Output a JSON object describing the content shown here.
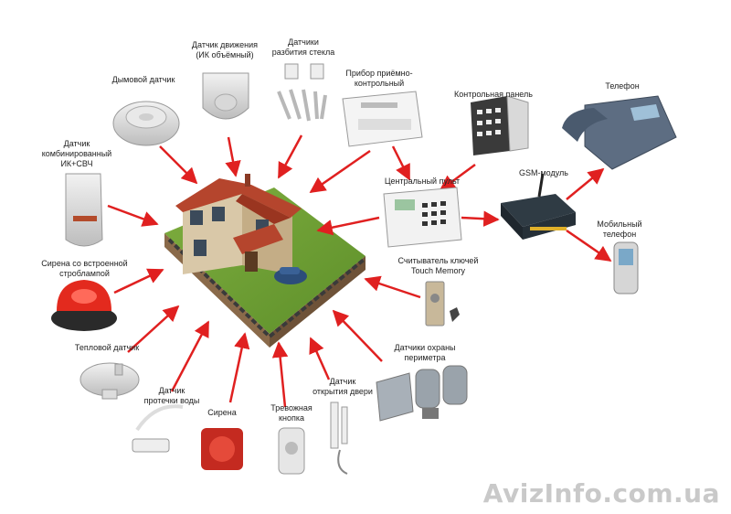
{
  "labels": {
    "motion": "Датчик движения\n(ИК объёмный)",
    "glass": "Датчики\nразбития стекла",
    "smoke": "Дымовой датчик",
    "control_device": "Прибор приёмно-\nконтрольный",
    "control_panel": "Контрольная панель",
    "phone": "Телефон",
    "combined": "Датчик\nкомбинированный\nИК+СВЧ",
    "central": "Центральный пульт",
    "gsm": "GSM-модуль",
    "mobile": "Мобильный\nтелефон",
    "siren_strobe": "Сирена со встроенной\nстроблампой",
    "key_reader": "Считыватель ключей\nTouch Memory",
    "heat": "Тепловой датчик",
    "perimeter": "Датчики охраны\nпериметра",
    "leak": "Датчик\nпротечки воды",
    "door": "Датчик\nоткрытия двери",
    "panic": "Тревожная\nкнопка",
    "siren": "Сирена"
  },
  "watermark": "AvizInfo.com.ua",
  "colors": {
    "arrow": "#e02020",
    "text": "#222222",
    "watermark": "#c9c9c9"
  }
}
